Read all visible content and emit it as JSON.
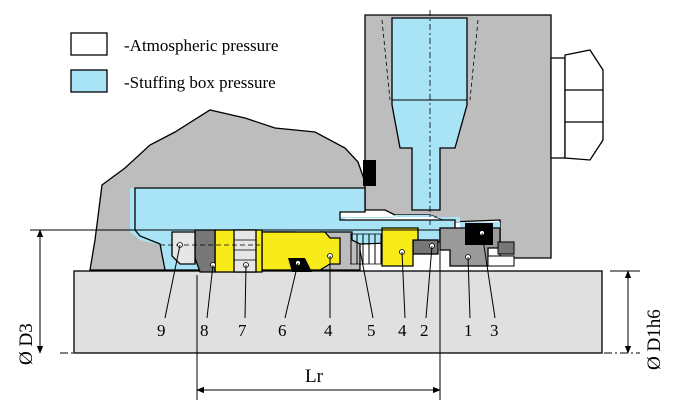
{
  "legend": {
    "atmospheric": "-Atmospheric pressure",
    "stuffing_box": "-Stuffing box pressure"
  },
  "colors": {
    "stuffing_box_fill": "#a8e4f6",
    "atmospheric_fill": "#ffffff",
    "housing_gray": "#bdbdbd",
    "shaft_gray": "#e0e0e0",
    "spring_yellow": "#f7ec19",
    "dark_part": "#777777",
    "black": "#000000"
  },
  "part_numbers": [
    "9",
    "8",
    "7",
    "6",
    "4",
    "5",
    "4",
    "2",
    "1",
    "3"
  ],
  "dimensions": {
    "d3": "Ø D3",
    "d1": "Ø D1h6",
    "lr": "Lr"
  }
}
